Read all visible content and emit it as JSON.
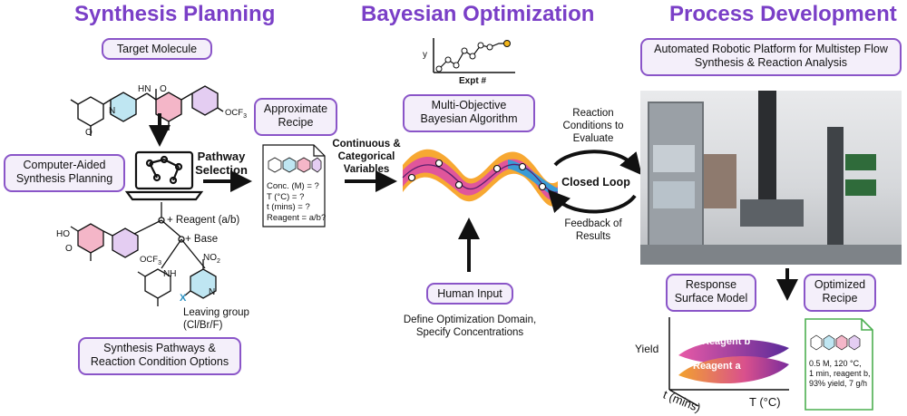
{
  "sections": {
    "synthesis": "Synthesis Planning",
    "bayes": "Bayesian Optimization",
    "process": "Process Development"
  },
  "left": {
    "target": "Target Molecule",
    "casp": "Computer-Aided Synthesis Planning",
    "pathway": "Pathway Selection",
    "reagent": "+ Reagent (a/b)",
    "base": "+ Base",
    "leaving": "Leaving group",
    "leaving_opts": "(Cl/Br/F)",
    "ocf3": "OCF",
    "ocf3_sub": "3",
    "nh": "NH",
    "no2": "NO",
    "no2_sub": "2",
    "x": "X",
    "ho": "HO",
    "n1": "N",
    "n2": "N",
    "hn": "H",
    "o1": "O",
    "o2": "O",
    "o3": "O",
    "n3": "N",
    "options": "Synthesis Pathways & Reaction Condition Options"
  },
  "recipe": {
    "title": "Approximate Recipe",
    "lines": [
      "Conc. (M) = ?",
      "T (°C) = ?",
      "t (mins) = ?",
      "Reagent = a/b?"
    ]
  },
  "middle": {
    "variables": "Continuous & Categorical Variables",
    "axis_y": "y",
    "axis_x": "Expt #",
    "algorithm": "Multi-Objective Bayesian Algorithm",
    "human": "Human Input",
    "define": "Define Optimization Domain,",
    "specify": "Specify Concentrations"
  },
  "loop": {
    "conditions": "Reaction Conditions to Evaluate",
    "closed": "Closed Loop",
    "feedback": "Feedback of Results"
  },
  "right": {
    "platform": "Automated Robotic Platform for Multistep Flow Synthesis & Reaction Analysis",
    "response": "Response Surface Model",
    "optimized": "Optimized Recipe",
    "yield": "Yield",
    "reagent_b": "Reagent b",
    "reagent_a": "Reagent a",
    "t_axis": "t (mins)",
    "T_axis": "T (°C)",
    "final": [
      "0.5 M, 120 °C,",
      "1 min, reagent b,",
      "93% yield, 7 g/h"
    ]
  },
  "colors": {
    "accent": "#7a3fc7",
    "pill_border": "#8a55c8",
    "pill_fill": "#f4effa",
    "wave_outer": "#f7a832",
    "wave_inner": "#e0569b",
    "wave_blue": "#3a9bd6"
  }
}
